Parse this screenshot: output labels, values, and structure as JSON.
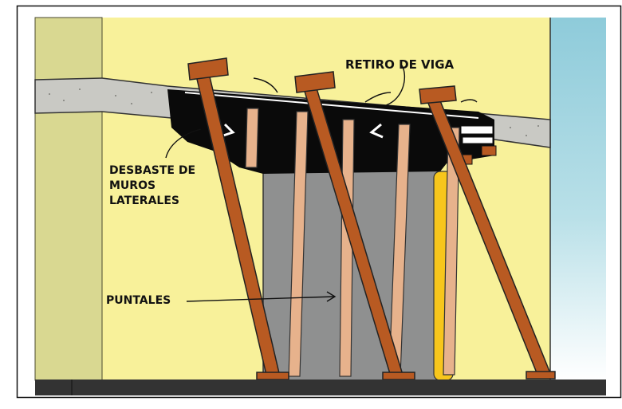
{
  "labels": {
    "beam_removal": "RETIRO DE VIGA",
    "side_walls_line1": "DESBASTE DE",
    "side_walls_line2": "MUROS",
    "side_walls_line3": "LATERALES",
    "props": "PUNTALES"
  },
  "colors": {
    "wall": "#F8F19A",
    "left_column": "#D9D891",
    "sky": "#9FD1DE",
    "slab": "#C9C9C4",
    "beam_void": "#0A0A0A",
    "inner_wall": "#8F9090",
    "diagonal_shore": "#B85A22",
    "vertical_prop": "#E7B28C",
    "yellow_pipe": "#F7C61C",
    "floor": "#333333"
  }
}
